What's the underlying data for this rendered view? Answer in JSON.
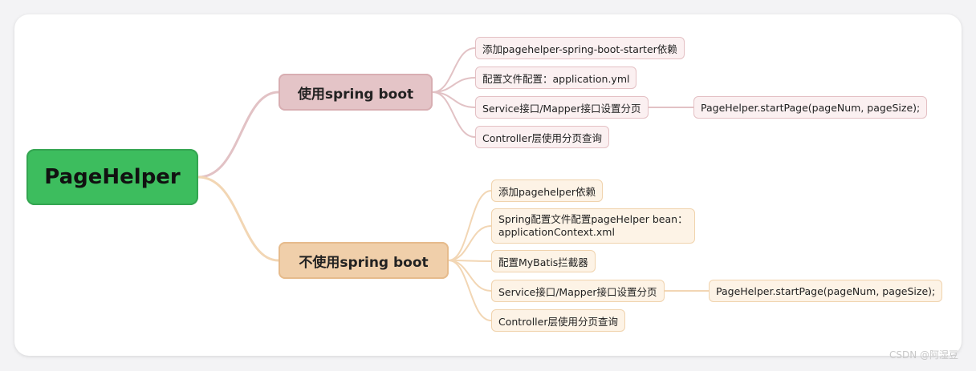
{
  "root": {
    "label": "PageHelper"
  },
  "branches": [
    {
      "label": "使用spring boot",
      "color": "#e4c4c7",
      "children": [
        {
          "label": "添加pagehelper-spring-boot-starter依赖"
        },
        {
          "label": "配置文件配置：application.yml"
        },
        {
          "label": "Service接口/Mapper接口设置分页",
          "child": "PageHelper.startPage(pageNum, pageSize);"
        },
        {
          "label": "Controller层使用分页查询"
        }
      ]
    },
    {
      "label": "不使用spring boot",
      "color": "#f0cfaa",
      "children": [
        {
          "label": "添加pagehelper依赖"
        },
        {
          "label_line1": "Spring配置文件配置pageHelper bean：",
          "label_line2": "applicationContext.xml"
        },
        {
          "label": "配置MyBatis拦截器"
        },
        {
          "label": "Service接口/Mapper接口设置分页",
          "child": "PageHelper.startPage(pageNum, pageSize);"
        },
        {
          "label": "Controller层使用分页查询"
        }
      ]
    }
  ],
  "watermark": "CSDN @阿湿豆"
}
